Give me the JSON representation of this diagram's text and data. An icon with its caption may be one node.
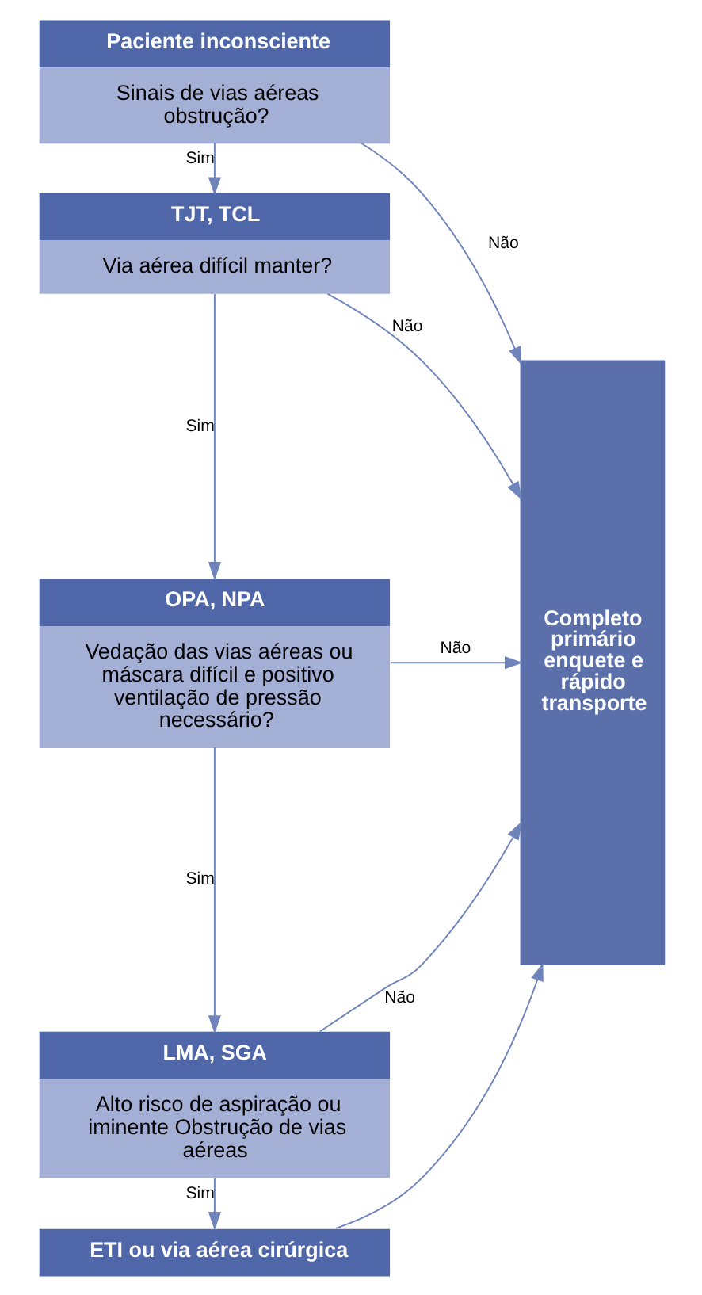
{
  "diagram": {
    "nodes": [
      {
        "text": [
          "Paciente inconsciente",
          "Sinais de vias aéreas obstrução?"
        ]
      },
      {
        "text": [
          "TJT, TCL",
          "Via aérea difícil manter?"
        ]
      },
      {
        "text": [
          "OPA, NPA",
          "Vedação das vias aéreas ou máscara difícil e positivo ventilação de pressão necessário?"
        ]
      },
      {
        "text": [
          "LMA, SGA",
          "Alto risco de aspiração ou iminente Obstrução de vias aéreas"
        ]
      },
      {
        "text": [
          "ETI ou via aérea cirúrgica"
        ]
      },
      {
        "text": [
          "Completo primário enquete e rápido transporte"
        ]
      }
    ],
    "edges": [
      {
        "from": 0,
        "to": 5,
        "arrow": "to",
        "label": "Não"
      },
      {
        "from": 0,
        "to": 1,
        "arrow": "to",
        "label": "Sim"
      },
      {
        "from": 1,
        "to": 5,
        "arrow": "to",
        "label": "Não"
      },
      {
        "from": 1,
        "to": 2,
        "arrow": "to",
        "label": "Sim"
      },
      {
        "from": 2,
        "to": 5,
        "arrow": "to",
        "label": "Não"
      },
      {
        "from": 2,
        "to": 3,
        "arrow": "to",
        "label": "Sim"
      },
      {
        "from": 3,
        "to": 5,
        "arrow": "to",
        "label": "Não"
      },
      {
        "from": 3,
        "to": 4,
        "arrow": "to",
        "label": "Sim"
      },
      {
        "from": 4,
        "to": 5,
        "arrow": "to"
      }
    ]
  }
}
